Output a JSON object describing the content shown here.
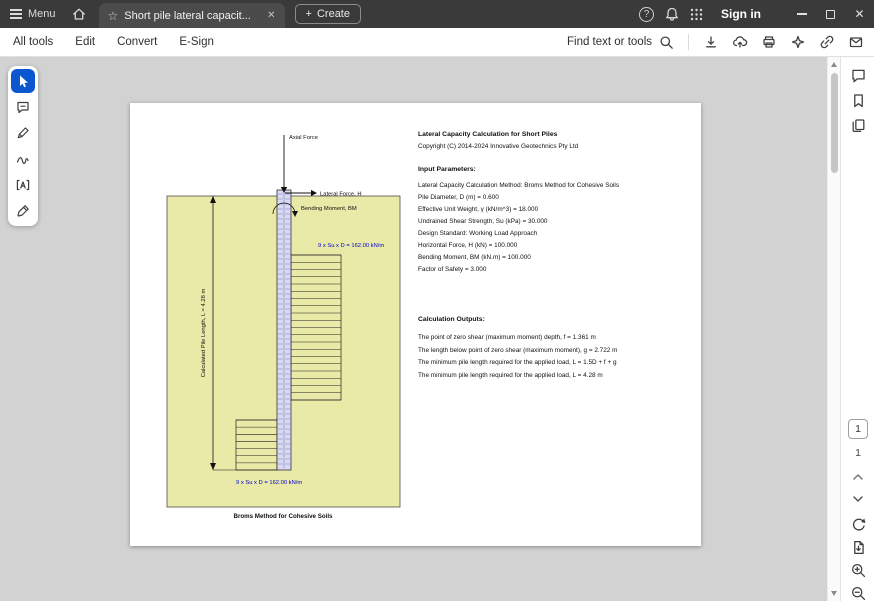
{
  "titlebar": {
    "menu_label": "Menu",
    "tab_title": "Short pile lateral capacit...",
    "create_label": "Create",
    "sign_in_label": "Sign in"
  },
  "toolbar": {
    "items": [
      "All tools",
      "Edit",
      "Convert",
      "E-Sign"
    ],
    "find_label": "Find text or tools"
  },
  "icons": {
    "star": "☆",
    "close": "✕",
    "plus": "+",
    "help": "?"
  },
  "pager": {
    "current": "1",
    "total": "1"
  },
  "document": {
    "title": "Lateral Capacity Calculation for Short Piles",
    "copyright": "Copyright (C) 2014-2024 Innovative Geotechnics Pty Ltd",
    "input_header": "Input Parameters:",
    "inputs": [
      "Lateral Capacity Calculation Method: Broms Method for Cohesive Soils",
      "Pile Diameter, D (m) = 0.600",
      "Effective Unit Weight, γ (kN/m^3) = 18.000",
      "Undrained Shear Strength, Su (kPa) = 30.000",
      "Design Standard: Working Load Approach",
      "Horizontal Force, H (kN) = 100.000",
      "Bending Moment, BM (kN.m) = 100.000",
      "Factor of Safety = 3.000"
    ],
    "output_header": "Calculation Outputs:",
    "outputs": [
      "The point of zero shear (maximum moment) depth, f = 1.361 m",
      "The length below point of zero shear (maximum moment), g = 2.722 m",
      "The minimum pile length required for the applied load, L = 1.5D + f + g",
      "The minimum pile length required for the applied load, L = 4.28 m"
    ],
    "diagram": {
      "axial_force_label": "Axial Force",
      "lateral_force_label": "Lateral Force, H",
      "bending_moment_label": "Bending Moment, BM",
      "pile_length_label": "Calculated Pile Length, L = 4.28 m",
      "upper_reaction_label": "9 x Su x D = 162.00 kN/m",
      "lower_reaction_label": "9 x Su x D = 162.00 kN/m",
      "caption": "Broms Method for Cohesive Soils"
    }
  }
}
